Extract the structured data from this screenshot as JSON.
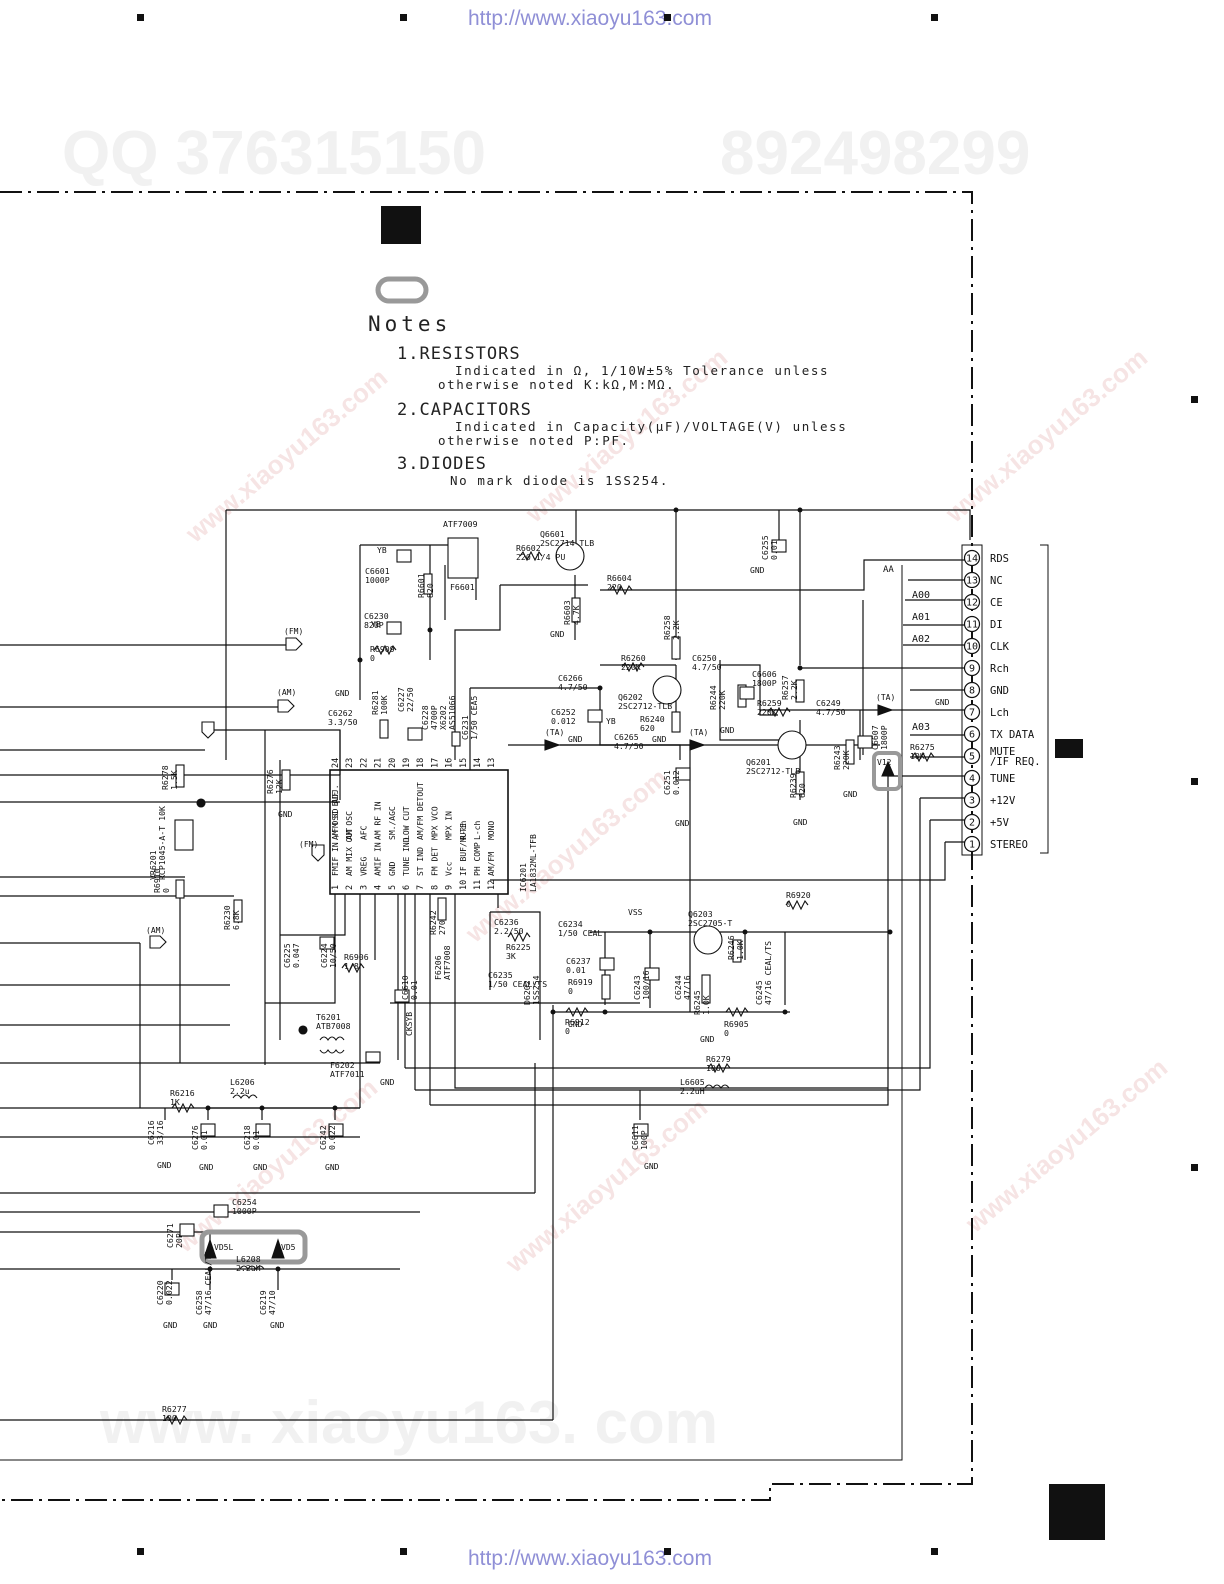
{
  "urls": {
    "top": "http://www.xiaoyu163.com",
    "bottom": "http://www.xiaoyu163.com"
  },
  "watermarks": {
    "qq": "QQ 376315150",
    "phone": "892498299",
    "site": "www.xiaoyu163.com",
    "site_dotted": "www. xiaoyu163. com"
  },
  "notes": {
    "title": "Notes",
    "items": [
      {
        "heading": "1.RESISTORS",
        "line1": "Indicated in Ω, 1/10W±5% Tolerance unless",
        "line2": "otherwise noted K:kΩ,M:MΩ."
      },
      {
        "heading": "2.CAPACITORS",
        "line1": "Indicated in Capacity(μF)/VOLTAGE(V) unless",
        "line2": "otherwise noted P:PF."
      },
      {
        "heading": "3.DIODES",
        "line1": "No mark diode is 1SS254.",
        "line2": ""
      }
    ]
  },
  "connector": {
    "bus_label": "AA",
    "pins": [
      {
        "num": "14",
        "label": "RDS"
      },
      {
        "num": "13",
        "label": "NC"
      },
      {
        "num": "12",
        "label": "CE",
        "net": "A00"
      },
      {
        "num": "11",
        "label": "DI",
        "net": "A01"
      },
      {
        "num": "10",
        "label": "CLK",
        "net": "A02"
      },
      {
        "num": "9",
        "label": "Rch"
      },
      {
        "num": "8",
        "label": "GND"
      },
      {
        "num": "7",
        "label": "Lch"
      },
      {
        "num": "6",
        "label": "TX DATA",
        "net": "A03"
      },
      {
        "num": "5",
        "label": "MUTE /IF REQ."
      },
      {
        "num": "4",
        "label": "TUNE"
      },
      {
        "num": "3",
        "label": "+12V"
      },
      {
        "num": "2",
        "label": "+5V"
      },
      {
        "num": "1",
        "label": "STEREO"
      }
    ]
  },
  "ic": {
    "ref": "IC6201",
    "part": "LA1832ML-TFB",
    "left_pins": [
      {
        "num": "1",
        "label": "FMIF IN /FM SD ADJ."
      },
      {
        "num": "2",
        "label": "AM MIX OUT"
      },
      {
        "num": "3",
        "label": "VREG"
      },
      {
        "num": "4",
        "label": "AMIF IN"
      },
      {
        "num": "5",
        "label": "GND"
      },
      {
        "num": "6",
        "label": "TUNE IND"
      },
      {
        "num": "7",
        "label": "ST IND"
      },
      {
        "num": "8",
        "label": "FM DET"
      },
      {
        "num": "9",
        "label": "Vcc"
      },
      {
        "num": "10",
        "label": "IF BUF/MUTE"
      },
      {
        "num": "11",
        "label": "PH COMP"
      },
      {
        "num": "12",
        "label": "AM/FM"
      }
    ],
    "top_pins": [
      {
        "num": "24",
        "label": "AM OSC BUF"
      },
      {
        "num": "23",
        "label": "AM OSC"
      },
      {
        "num": "22",
        "label": "AFC"
      },
      {
        "num": "21",
        "label": "AM RF IN"
      },
      {
        "num": "20",
        "label": "SM./AGC"
      },
      {
        "num": "19",
        "label": "LOW CUT"
      },
      {
        "num": "18",
        "label": "AM/FM DETOUT"
      },
      {
        "num": "17",
        "label": "MPX VCO"
      },
      {
        "num": "16",
        "label": "MPX IN"
      },
      {
        "num": "15",
        "label": "R-ch"
      },
      {
        "num": "14",
        "label": "L-ch"
      },
      {
        "num": "13",
        "label": "MONO"
      }
    ]
  },
  "components": [
    {
      "ref": "ATF7009",
      "value": ""
    },
    {
      "ref": "Q6601",
      "value": "2SC2714-TLB"
    },
    {
      "ref": "R6602",
      "value": "220 1/4 PU"
    },
    {
      "ref": "C6255",
      "value": "0.01"
    },
    {
      "ref": "C6601",
      "value": "1000P"
    },
    {
      "ref": "R6601",
      "value": "820"
    },
    {
      "ref": "F6601",
      "value": ""
    },
    {
      "ref": "R6604",
      "value": "220"
    },
    {
      "ref": "R6603",
      "value": "4.7K"
    },
    {
      "ref": "C6230",
      "value": "820P"
    },
    {
      "ref": "R6909",
      "value": "0"
    },
    {
      "ref": "R6258",
      "value": "2.2K"
    },
    {
      "ref": "C6250",
      "value": "4.7/50"
    },
    {
      "ref": "R6260",
      "value": "220K"
    },
    {
      "ref": "C6606",
      "value": "1800P"
    },
    {
      "ref": "R6257",
      "value": "2.2K"
    },
    {
      "ref": "C6266",
      "value": "4.7/50"
    },
    {
      "ref": "Q6202",
      "value": "2SC2712-TLB"
    },
    {
      "ref": "R6244",
      "value": "220K"
    },
    {
      "ref": "R6259",
      "value": "220K"
    },
    {
      "ref": "C6249",
      "value": "4.7/50"
    },
    {
      "ref": "C6252",
      "value": "0.012"
    },
    {
      "ref": "R6240",
      "value": "620"
    },
    {
      "ref": "C6607",
      "value": "1800P"
    },
    {
      "ref": "R6275",
      "value": "10K"
    },
    {
      "ref": "R6243",
      "value": "220K"
    },
    {
      "ref": "Q6201",
      "value": "2SC2712-TLB"
    },
    {
      "ref": "C6265",
      "value": "4.7/50"
    },
    {
      "ref": "C6251",
      "value": "0.012"
    },
    {
      "ref": "R6239",
      "value": "620"
    },
    {
      "ref": "C6262",
      "value": "3.3/50"
    },
    {
      "ref": "R6281",
      "value": "100K"
    },
    {
      "ref": "C6227",
      "value": "22/50"
    },
    {
      "ref": "C6228",
      "value": "4700P"
    },
    {
      "ref": "X6202",
      "value": "AS51066"
    },
    {
      "ref": "C6231",
      "value": "1/50 CEA5"
    },
    {
      "ref": "R6278",
      "value": "1.5K"
    },
    {
      "ref": "R6276",
      "value": "12K"
    },
    {
      "ref": "VR6201",
      "value": "RCP1045-A-T 10K"
    },
    {
      "ref": "R6910",
      "value": "0"
    },
    {
      "ref": "R6230",
      "value": "6.8K"
    },
    {
      "ref": "C6225",
      "value": "0.047"
    },
    {
      "ref": "C6224",
      "value": "10/50"
    },
    {
      "ref": "R6906",
      "value": "1/8"
    },
    {
      "ref": "C6610",
      "value": "0.01"
    },
    {
      "ref": "F6206",
      "value": "ATF7008"
    },
    {
      "ref": "R6242",
      "value": "270"
    },
    {
      "ref": "D6202",
      "value": "1SS254"
    },
    {
      "ref": "C6236",
      "value": "2.2/50"
    },
    {
      "ref": "R6225",
      "value": "3K"
    },
    {
      "ref": "C6235",
      "value": "1/50 CEAL/TS"
    },
    {
      "ref": "C6234",
      "value": "1/50 CEAL"
    },
    {
      "ref": "C6237",
      "value": "0.01"
    },
    {
      "ref": "R6919",
      "value": "0"
    },
    {
      "ref": "R6912",
      "value": "0"
    },
    {
      "ref": "Q6203",
      "value": "2SC2705-T"
    },
    {
      "ref": "R6246",
      "value": "1.0K"
    },
    {
      "ref": "C6243",
      "value": "100/16"
    },
    {
      "ref": "C6244",
      "value": "47/16"
    },
    {
      "ref": "R6245",
      "value": "1.0K"
    },
    {
      "ref": "C6245",
      "value": "47/16 CEAL/TS"
    },
    {
      "ref": "R6905",
      "value": "0"
    },
    {
      "ref": "R6920",
      "value": "0"
    },
    {
      "ref": "T6201",
      "value": "ATB7008"
    },
    {
      "ref": "F6202",
      "value": "ATF7011"
    },
    {
      "ref": "R6279",
      "value": "100"
    },
    {
      "ref": "L6605",
      "value": "2.2uH"
    },
    {
      "ref": "R6216",
      "value": "1K"
    },
    {
      "ref": "L6206",
      "value": "2.2u"
    },
    {
      "ref": "C6216",
      "value": "33/16"
    },
    {
      "ref": "C6276",
      "value": "0.01"
    },
    {
      "ref": "C6218",
      "value": "0.01"
    },
    {
      "ref": "C6242",
      "value": "0.022"
    },
    {
      "ref": "C6611",
      "value": "100P"
    },
    {
      "ref": "C6254",
      "value": "1000P"
    },
    {
      "ref": "C6271",
      "value": "20P"
    },
    {
      "ref": "L6208",
      "value": "2.2uH"
    },
    {
      "ref": "C6220",
      "value": "0.022"
    },
    {
      "ref": "C6258",
      "value": "47/16 CEAL/TS"
    },
    {
      "ref": "C6219",
      "value": "47/10"
    },
    {
      "ref": "R6277",
      "value": "100"
    }
  ],
  "net_labels": {
    "fm": "(FM)",
    "am": "(AM)",
    "ta": "(TA)",
    "gnd": "GND",
    "yb": "YB",
    "ckyb": "CKSYB",
    "vss": "VSS",
    "v12": "V12",
    "vd5l": "VD5L",
    "vd5": "VD5"
  }
}
